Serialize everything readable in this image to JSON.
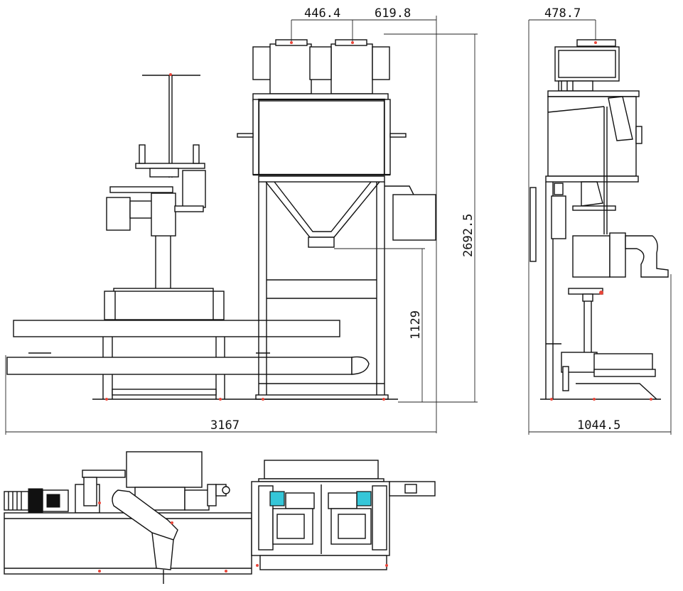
{
  "drawing": {
    "type": "engineering-drawing",
    "views": [
      "front-view",
      "side-view",
      "top-view"
    ],
    "colors": {
      "line": "#111111",
      "marker": "#e8463a",
      "accent": "#35c6d8",
      "background": "#ffffff"
    }
  },
  "dimensions": {
    "front_dim_a": "446.4",
    "front_dim_b": "619.8",
    "front_height": "2692.5",
    "front_outlet_height": "1129",
    "front_width": "3167",
    "side_dim_top": "478.7",
    "side_width": "1044.5"
  }
}
